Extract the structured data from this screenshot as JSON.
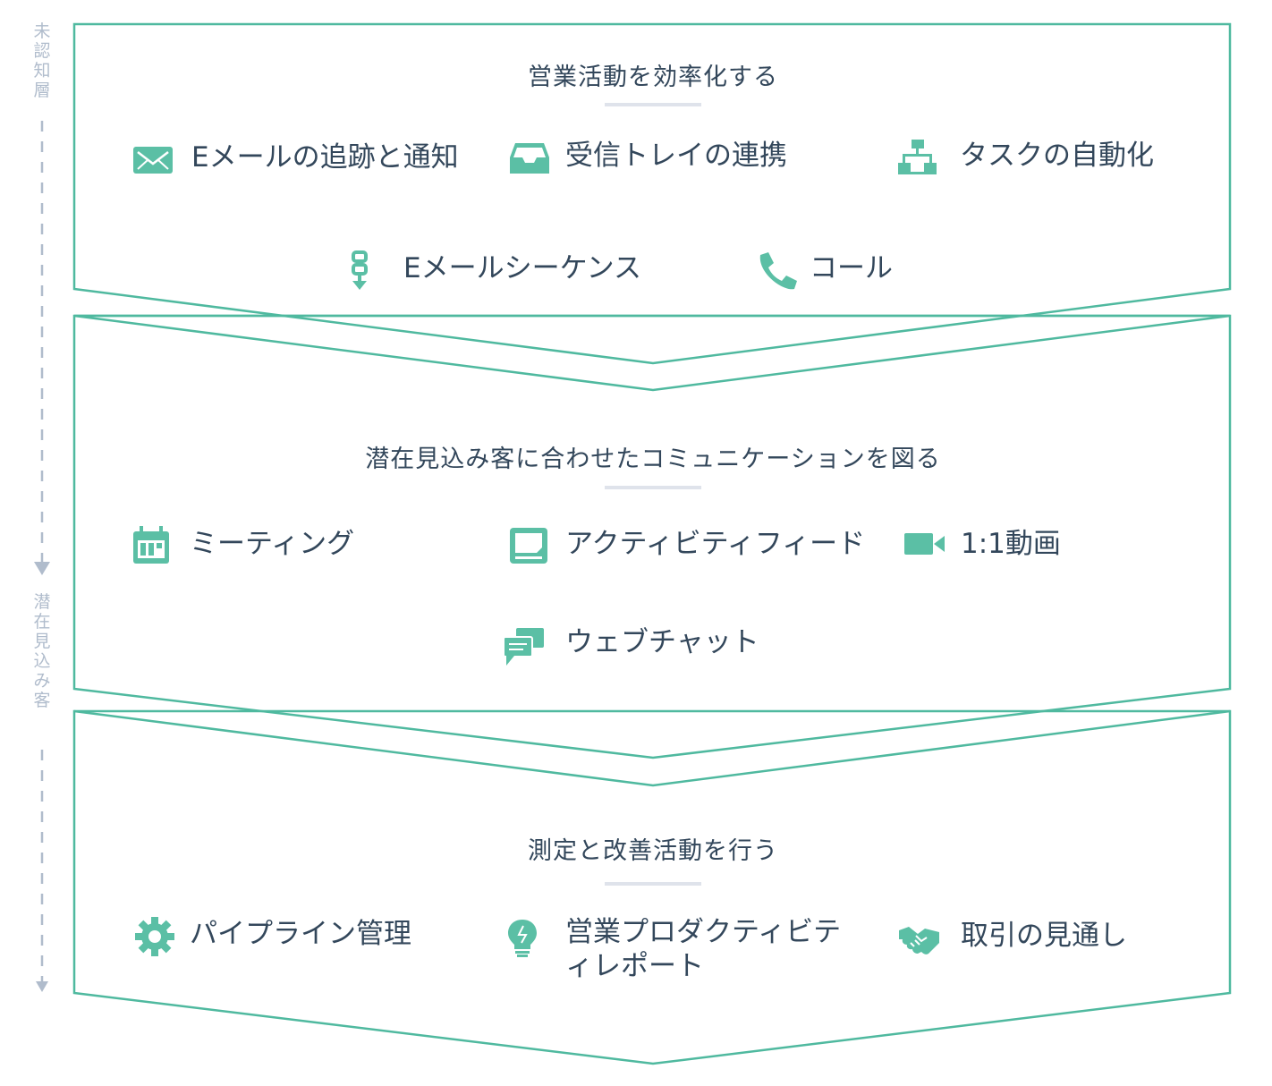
{
  "colors": {
    "frame": "#4fb99f",
    "icon": "#5bbfa5",
    "text": "#33475b",
    "side": "#b0bccc",
    "rule": "#dfe3eb"
  },
  "side_labels": {
    "top": "未認知層",
    "mid": "潜在見込み客"
  },
  "stages": [
    {
      "heading": "営業活動を効率化する",
      "items": [
        {
          "label": "Eメールの追跡と通知",
          "icon": "envelope-icon"
        },
        {
          "label": "受信トレイの連携",
          "icon": "inbox-icon"
        },
        {
          "label": "タスクの自動化",
          "icon": "workflow-icon"
        },
        {
          "label": "Eメールシーケンス",
          "icon": "sequence-icon"
        },
        {
          "label": "コール",
          "icon": "phone-icon"
        }
      ]
    },
    {
      "heading": "潜在見込み客に合わせたコミュニケーションを図る",
      "items": [
        {
          "label": "ミーティング",
          "icon": "calendar-icon"
        },
        {
          "label": "アクティビティフィード",
          "icon": "feed-icon"
        },
        {
          "label": "1:1動画",
          "icon": "video-icon"
        },
        {
          "label": "ウェブチャット",
          "icon": "chat-icon"
        }
      ]
    },
    {
      "heading": "測定と改善活動を行う",
      "items": [
        {
          "label": "パイプライン管理",
          "icon": "gear-icon"
        },
        {
          "label": "営業プロダクティビティレポート",
          "icon": "lightbulb-icon"
        },
        {
          "label": "取引の見通し",
          "icon": "handshake-icon"
        }
      ]
    }
  ]
}
